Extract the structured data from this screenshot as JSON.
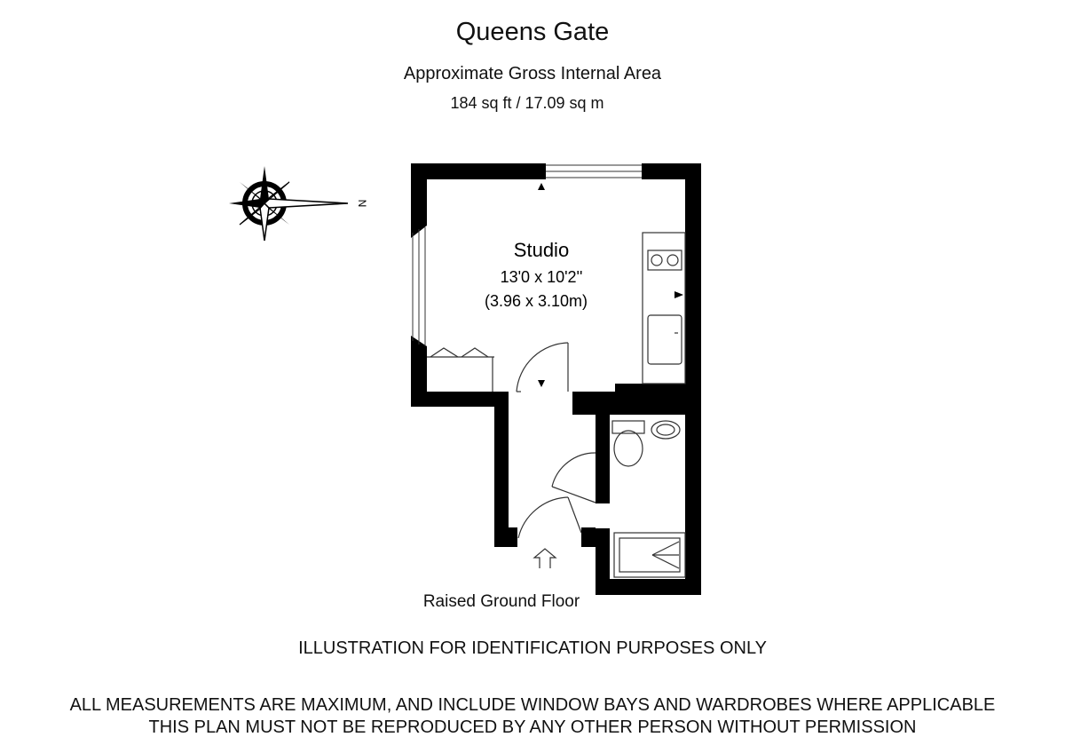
{
  "header": {
    "title": "Queens Gate",
    "subtitle": "Approximate Gross Internal Area",
    "area": "184 sq ft  / 17.09 sq m"
  },
  "plan": {
    "room_name": "Studio",
    "room_dims_imperial": "13'0 x 10'2''",
    "room_dims_metric": "(3.96 x 3.10m)",
    "floor_label": "Raised Ground Floor",
    "compass_letter": "N"
  },
  "footer": {
    "disclaimer": "ILLUSTRATION FOR IDENTIFICATION PURPOSES ONLY",
    "notice_line1": "ALL MEASUREMENTS ARE MAXIMUM, AND INCLUDE WINDOW BAYS AND WARDROBES WHERE APPLICABLE",
    "notice_line2": "THIS PLAN MUST NOT BE REPRODUCED BY ANY OTHER PERSON WITHOUT PERMISSION"
  },
  "colors": {
    "wall": "#000000",
    "line": "#333333",
    "background": "#ffffff"
  }
}
